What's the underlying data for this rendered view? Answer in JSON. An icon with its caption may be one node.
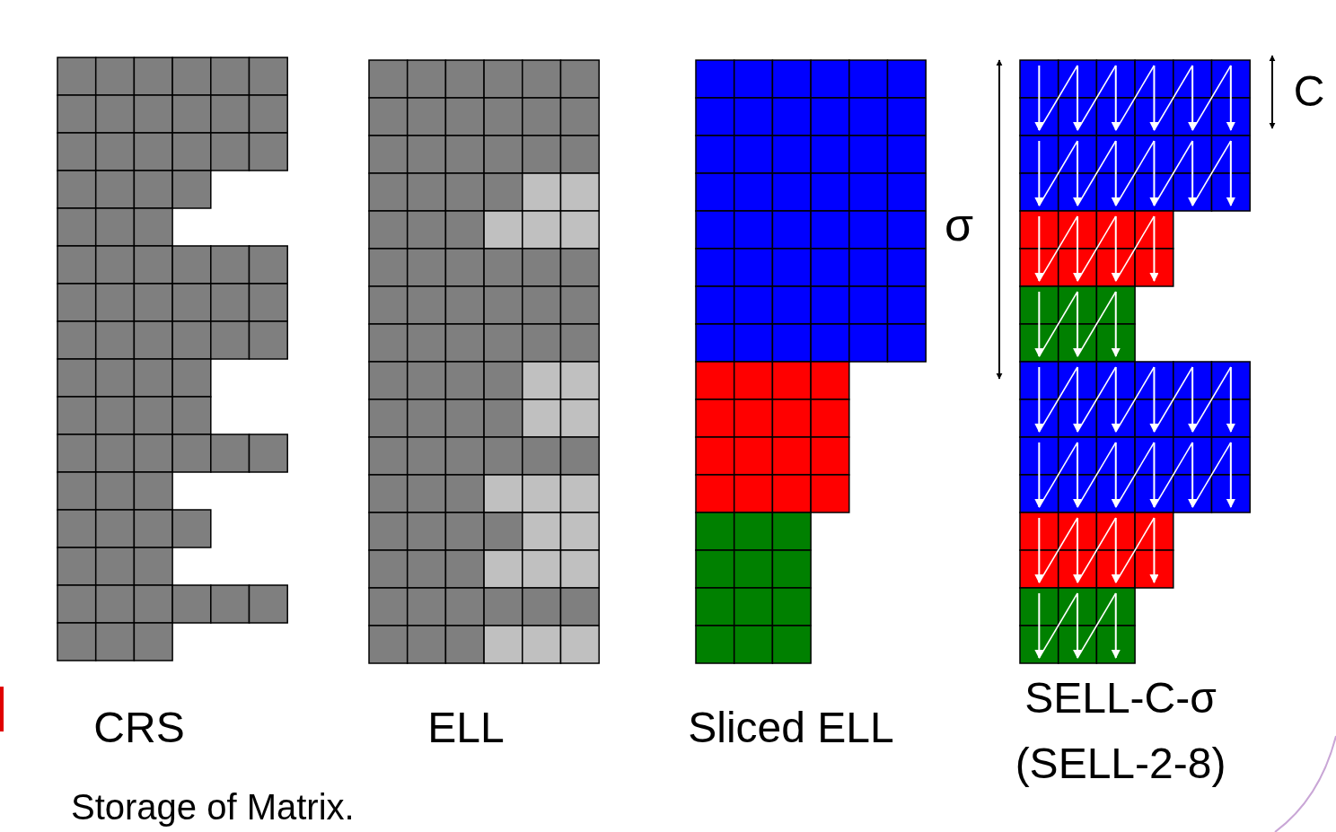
{
  "diagram": {
    "caption": "Storage of Matrix.",
    "labels": [
      "C",
      "σ",
      "CRS",
      "ELL",
      "Sliced ELL",
      "SELL-C-σ",
      "(SELL-2-8)"
    ]
  }
}
